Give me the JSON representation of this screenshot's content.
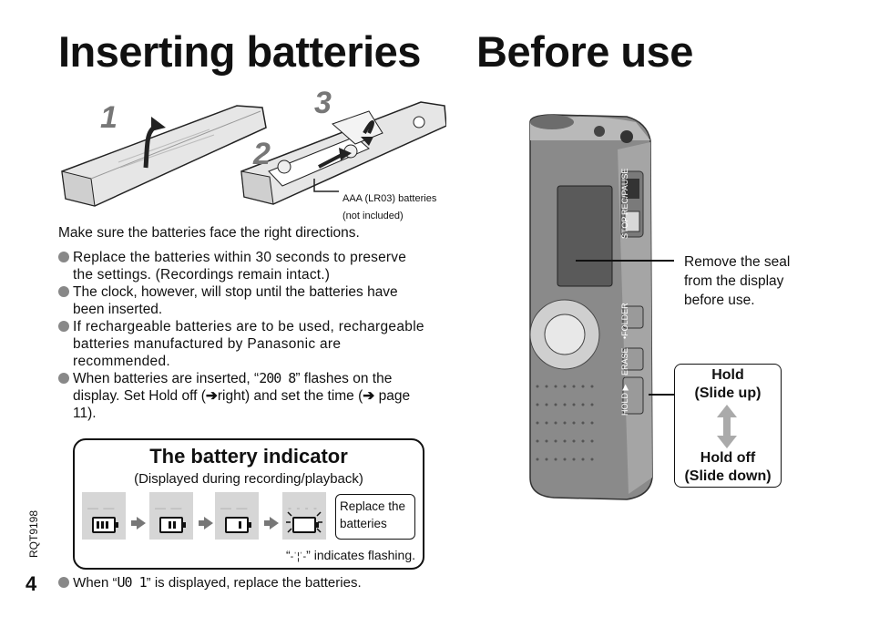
{
  "left": {
    "title": "Inserting batteries",
    "figure": {
      "step1": "1",
      "step2": "2",
      "step3": "3",
      "battery_label_line1": "AAA (LR03) batteries",
      "battery_label_line2": "(not included)"
    },
    "intro": "Make sure the batteries face the right directions.",
    "bullets": {
      "b1": "Replace the batteries within 30 seconds to preserve the settings. (Recordings remain intact.)",
      "b2": "The clock, however, will stop until the batteries have been inserted.",
      "b3": "If rechargeable batteries are to be used, rechargeable batteries manufactured by Panasonic are recommended.",
      "b4_a": "When batteries are inserted, “",
      "b4_seg": "200 8",
      "b4_b": "” flashes on the display. Set Hold off (",
      "b4_c": "right) and set the time (",
      "b4_d": "page 11)."
    },
    "battery_indicator": {
      "title": "The battery indicator",
      "subtitle": "(Displayed during recording/playback)",
      "replace_label": "Replace the batteries",
      "flash_note_a": "“",
      "flash_note_b": "” indicates flashing."
    },
    "bottom_note_a": "When “",
    "bottom_note_seg": "U0 1",
    "bottom_note_b": "” is displayed, replace the batteries.",
    "page_number": "4",
    "doc_code": "RQT9198"
  },
  "right": {
    "title": "Before use",
    "device_labels": {
      "rec_pause": "REC/PAUSE",
      "stop": "STOP",
      "folder": "•FOLDER",
      "erase": "ERASE",
      "hold": "HOLD ▶"
    },
    "seal_note": "Remove the seal from the display before use.",
    "hold": "Hold",
    "hold_sub": "(Slide up)",
    "hold_off": "Hold off",
    "hold_off_sub": "(Slide down)"
  }
}
